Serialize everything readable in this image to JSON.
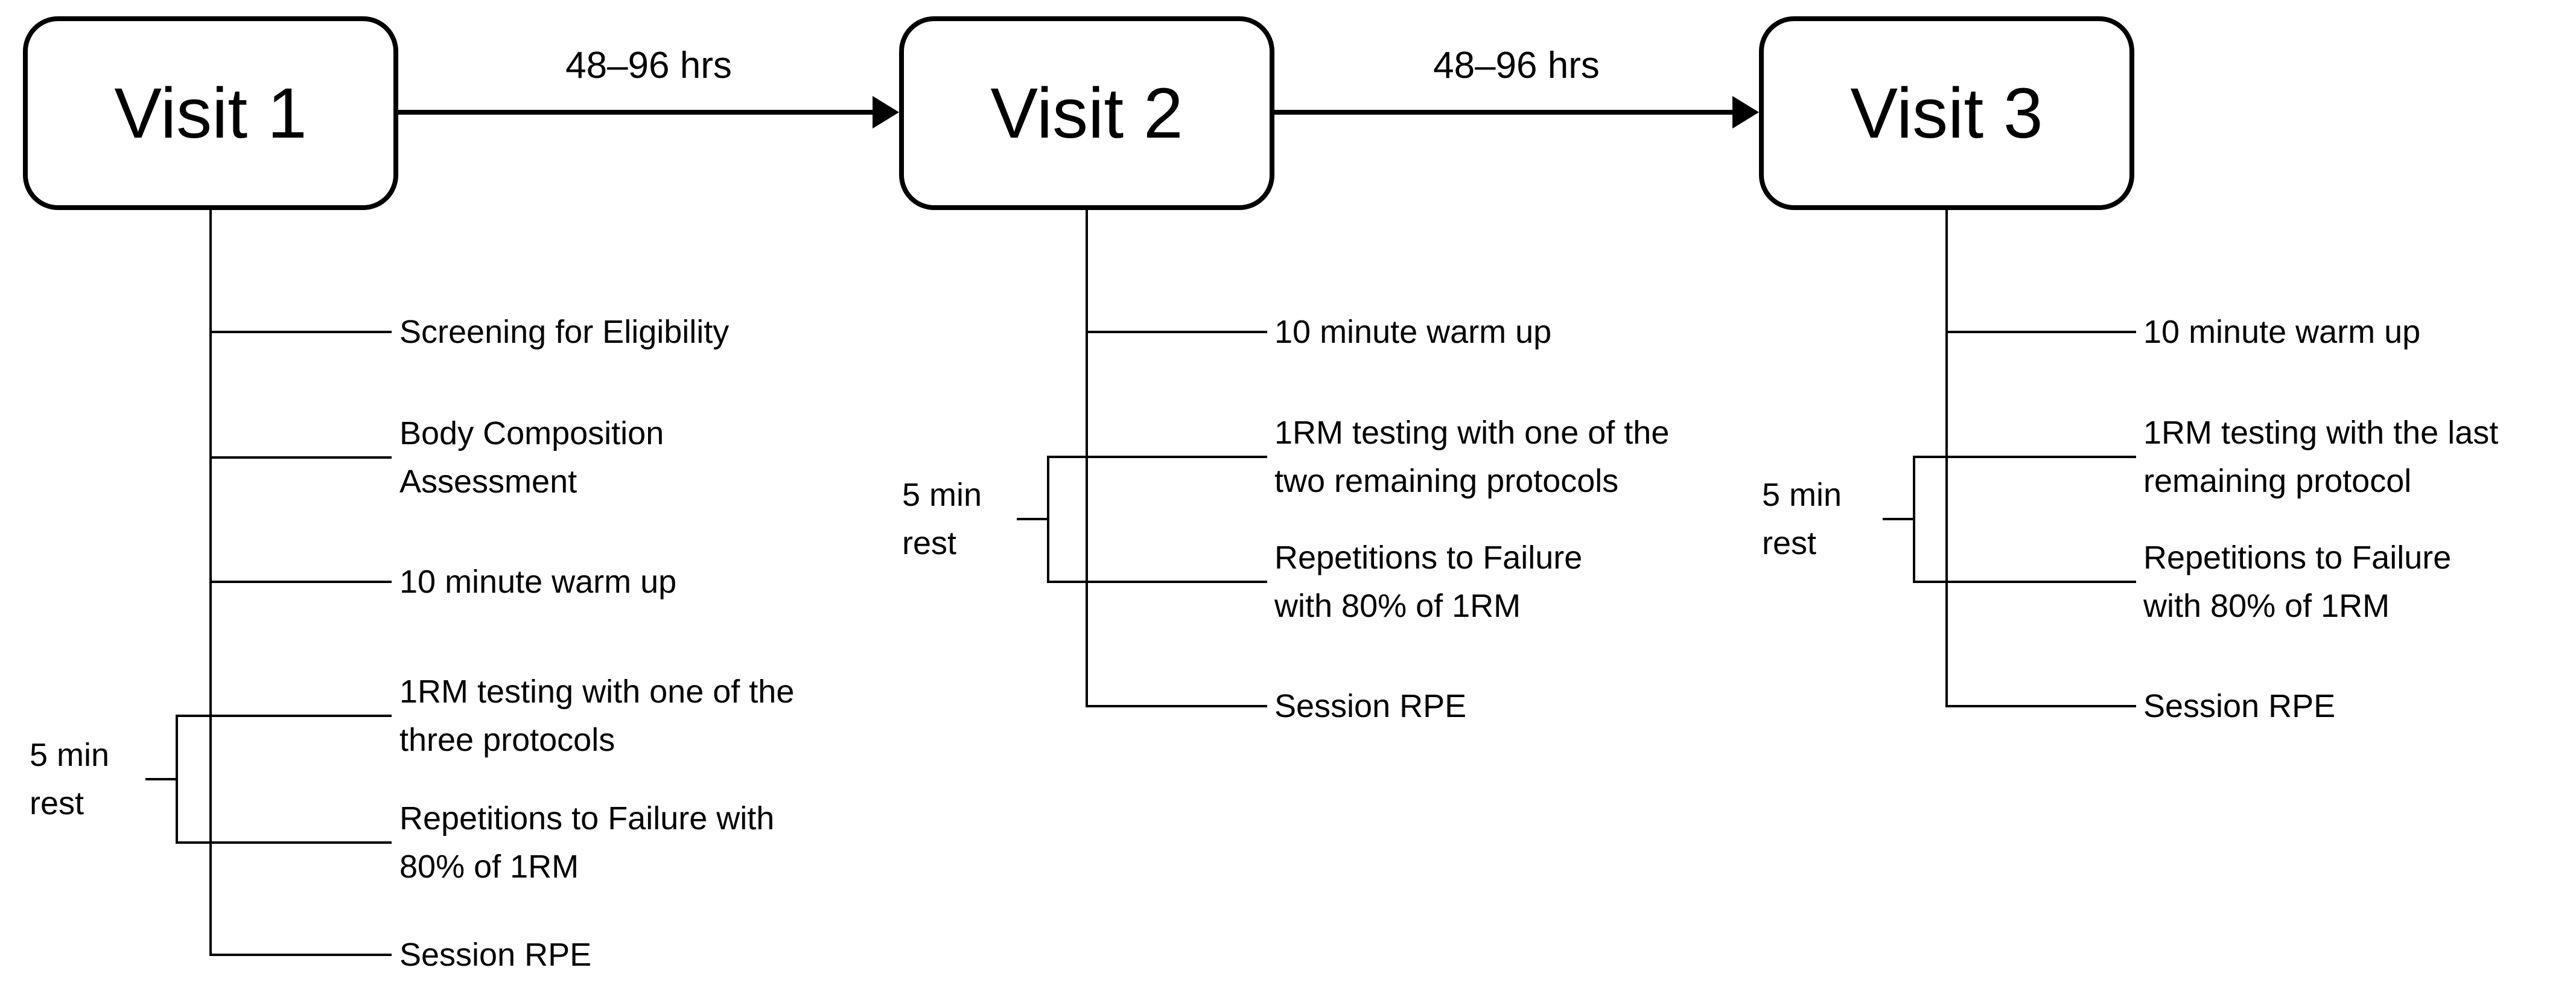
{
  "labels": {
    "interval": "48–96 hrs",
    "rest": "5 min\nrest"
  },
  "visits": [
    {
      "title": "Visit 1",
      "items": [
        "Screening for Eligibility",
        "Body Composition\nAssessment",
        "10 minute warm up",
        "1RM testing with one of the\nthree protocols",
        "Repetitions to Failure with\n80% of 1RM",
        "Session RPE"
      ]
    },
    {
      "title": "Visit 2",
      "items": [
        "10 minute warm up",
        "1RM testing with one of the\ntwo remaining protocols",
        "Repetitions to Failure\nwith 80% of 1RM",
        "Session RPE"
      ]
    },
    {
      "title": "Visit 3",
      "items": [
        "10 minute warm up",
        "1RM testing with the last\nremaining protocol",
        "Repetitions to Failure\nwith 80% of 1RM",
        "Session RPE"
      ]
    }
  ]
}
